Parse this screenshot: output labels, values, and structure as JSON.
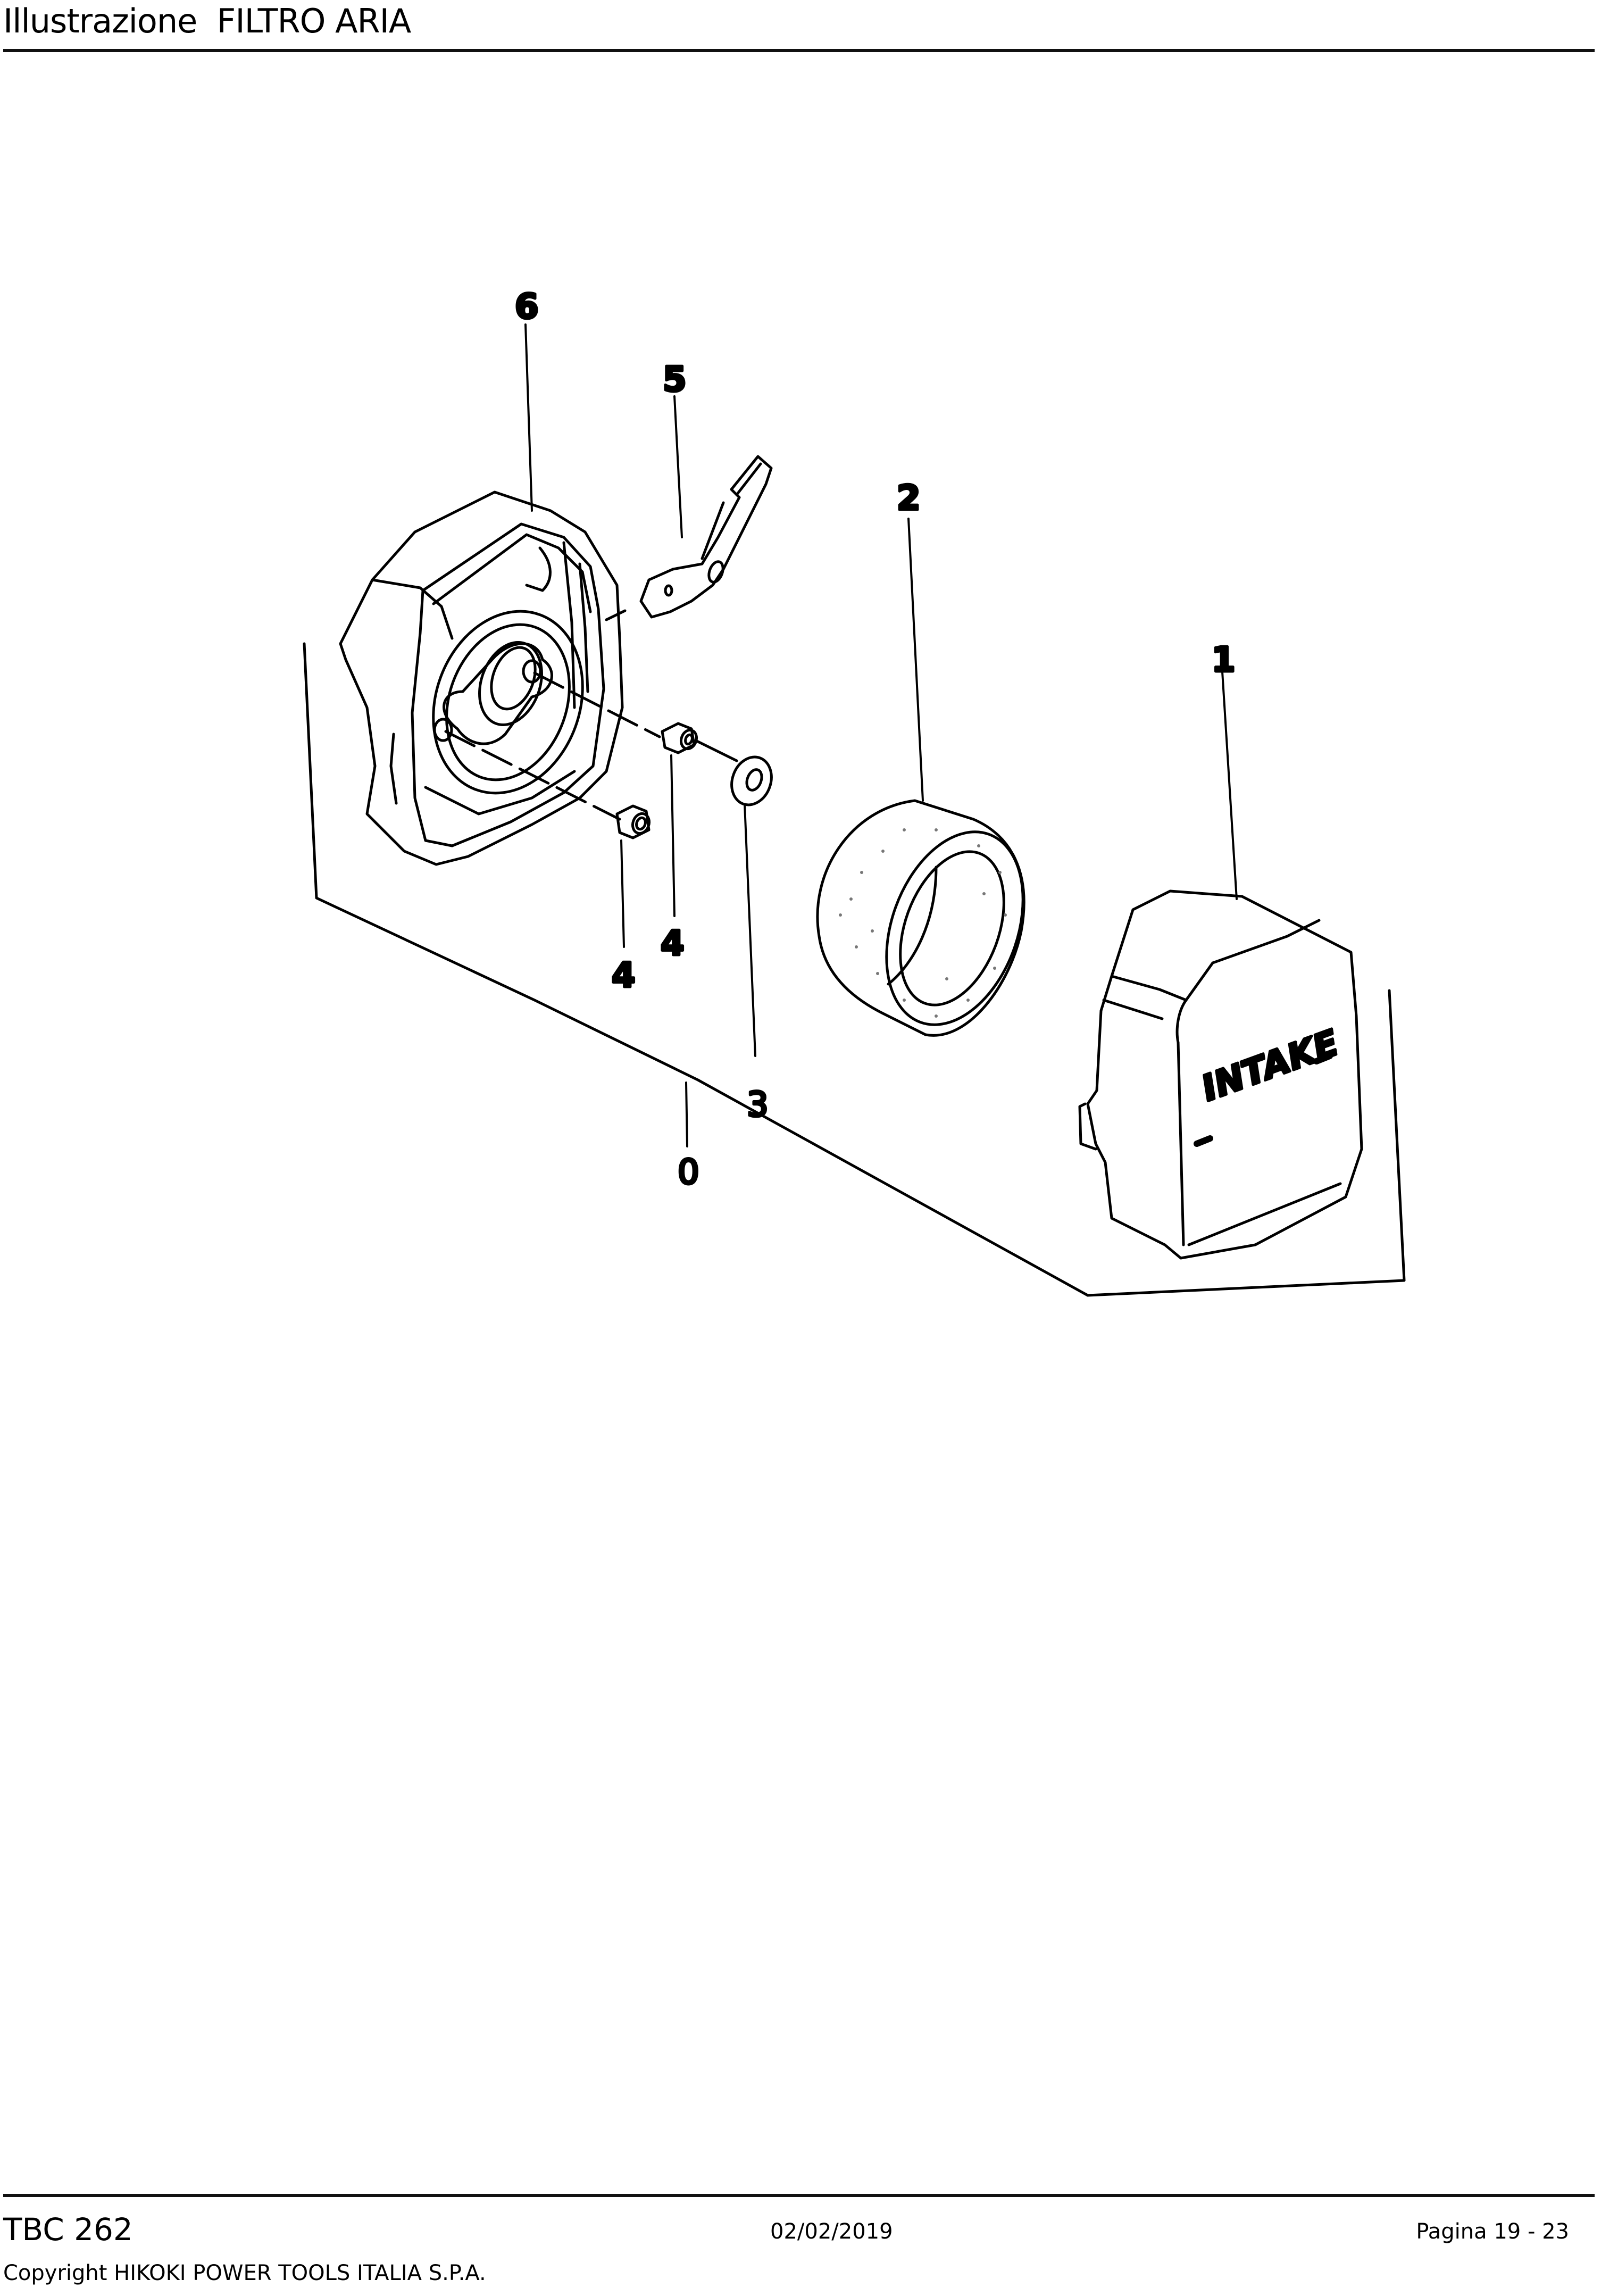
{
  "header": {
    "label": "Illustrazione",
    "title": "FILTRO ARIA",
    "full_title": "Illustrazione  FILTRO ARIA"
  },
  "diagram": {
    "type": "exploded-parts-view",
    "subject": "air filter assembly",
    "callouts": [
      {
        "number": "0",
        "part": "assembly-bracket"
      },
      {
        "number": "1",
        "part": "filter-cover"
      },
      {
        "number": "2",
        "part": "foam-filter-element"
      },
      {
        "number": "3",
        "part": "washer"
      },
      {
        "number": "4",
        "part": "spacer-upper"
      },
      {
        "number": "4",
        "part": "spacer-lower"
      },
      {
        "number": "5",
        "part": "choke-lever"
      },
      {
        "number": "6",
        "part": "filter-housing"
      }
    ],
    "cover_text": "INTAKE"
  },
  "footer": {
    "model": "TBC 262",
    "date": "02/02/2019",
    "page": "Pagina 19 - 23",
    "copyright": "Copyright HIKOKI POWER TOOLS ITALIA S.P.A."
  }
}
